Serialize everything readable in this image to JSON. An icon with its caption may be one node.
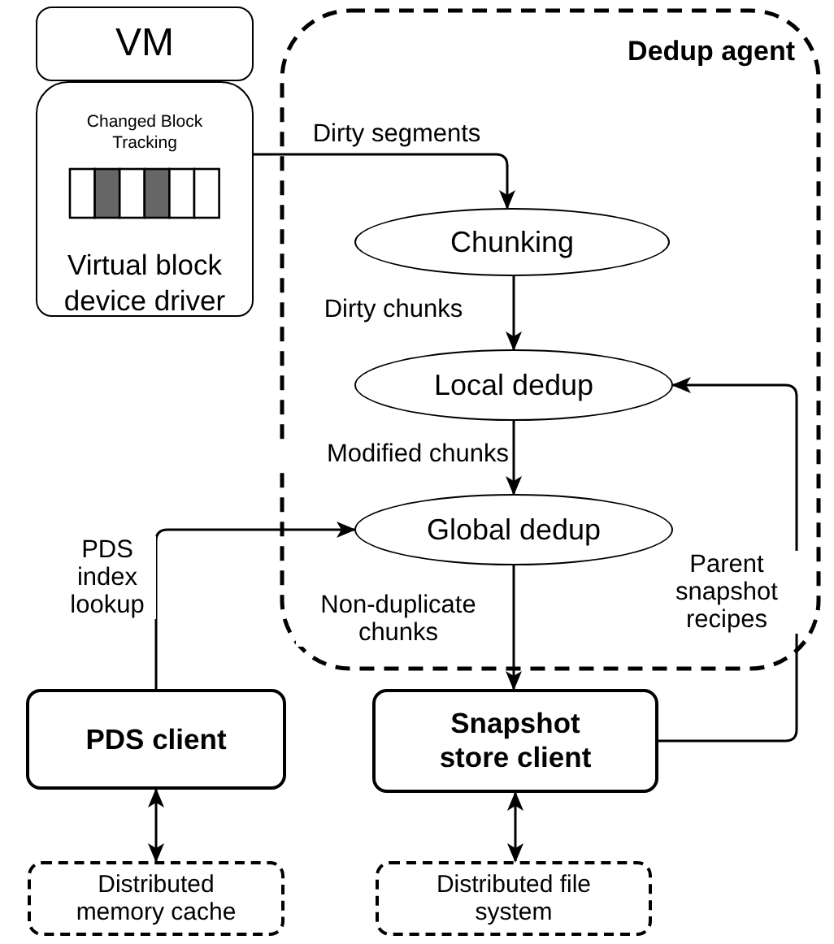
{
  "diagram": {
    "nodes": [
      {
        "text": [
          "VM"
        ]
      },
      {
        "text": [
          "Changed Block Tracking",
          "Virtual block device driver"
        ]
      },
      {
        "text": [
          "Dedup agent"
        ]
      },
      {
        "text": [
          "Chunking"
        ],
        "in": 2
      },
      {
        "text": [
          "Local dedup"
        ],
        "in": 2
      },
      {
        "text": [
          "Global dedup"
        ],
        "in": 2
      },
      {
        "text": [
          "PDS client"
        ]
      },
      {
        "text": [
          "Snapshot store client"
        ]
      },
      {
        "text": [
          "Distributed memory cache"
        ]
      },
      {
        "text": [
          "Distributed file system"
        ]
      }
    ],
    "edges": [
      {
        "from": 1,
        "to": 3,
        "arrow": "to",
        "label": "Dirty segments"
      },
      {
        "from": 3,
        "to": 4,
        "arrow": "to",
        "label": "Dirty chunks"
      },
      {
        "from": 4,
        "to": 5,
        "arrow": "to",
        "label": "Modified chunks"
      },
      {
        "from": 6,
        "to": 5,
        "arrow": "to",
        "label": "PDS index lookup"
      },
      {
        "from": 5,
        "to": 7,
        "arrow": "to",
        "label": "Non-duplicate chunks"
      },
      {
        "from": 7,
        "to": 4,
        "arrow": "to",
        "label": "Parent snapshot recipes"
      },
      {
        "from": 6,
        "to": 8,
        "arrow": "both"
      },
      {
        "from": 7,
        "to": 9,
        "arrow": "both"
      }
    ]
  }
}
